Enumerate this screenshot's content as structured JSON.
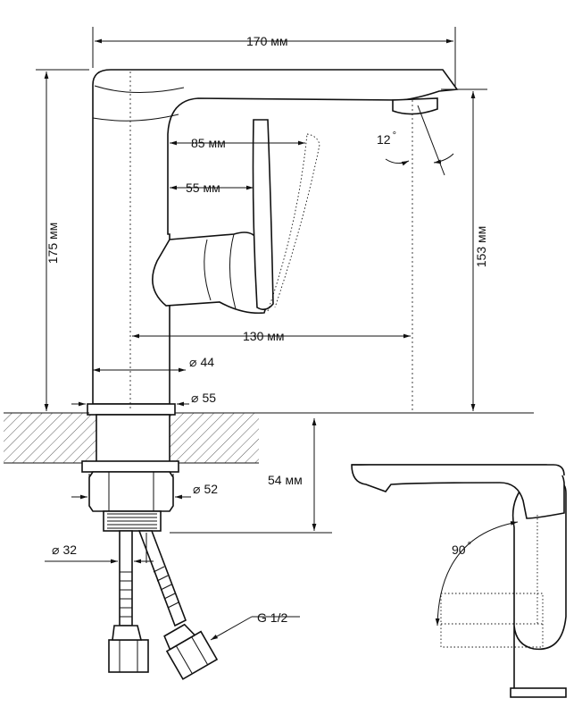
{
  "dimensions": {
    "width_170": "170 мм",
    "lever_85": "85 мм",
    "lever_55": "55 мм",
    "height_175": "175 мм",
    "height_153": "153 мм",
    "reach_130": "130 мм",
    "angle_12": "12",
    "dia_44": "44",
    "dia_55": "55",
    "dia_52": "52",
    "dia_32": "32",
    "depth_54": "54 мм",
    "thread": "G 1/2",
    "rotation_90": "90"
  },
  "symbols": {
    "diameter": "⌀",
    "degree": "°"
  }
}
